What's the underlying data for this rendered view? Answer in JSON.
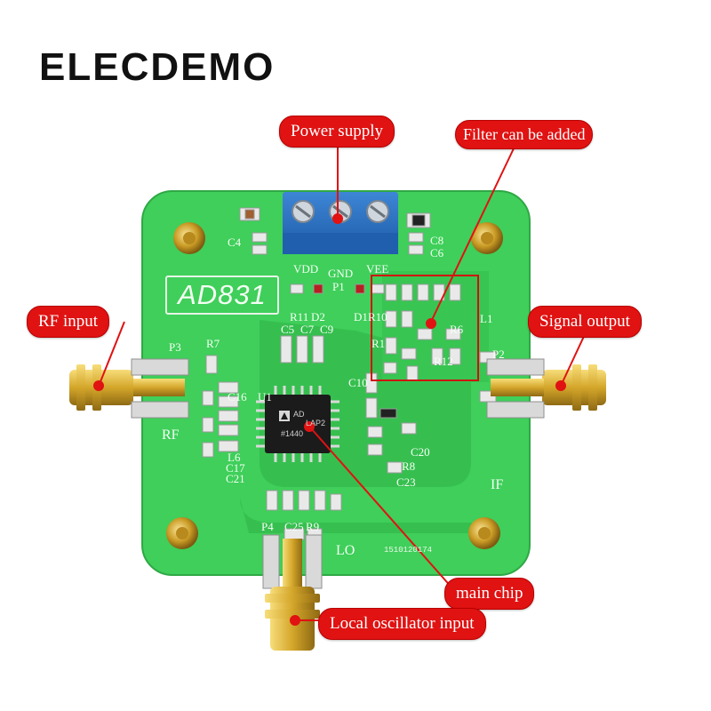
{
  "brand": "ELECDEMO",
  "board": {
    "title": "AD831",
    "port_labels": {
      "rf": "RF",
      "if": "IF",
      "lo": "LO"
    },
    "terminal_labels": {
      "vdd": "VDD",
      "gnd": "GND",
      "vee": "VEE"
    },
    "silkscreen": [
      "P1",
      "P2",
      "P3",
      "P4",
      "U1",
      "D1",
      "D2",
      "R1",
      "R10",
      "R11",
      "C4",
      "C5",
      "C6",
      "C7",
      "C8",
      "C9",
      "C10",
      "C16",
      "C17",
      "C20",
      "C21",
      "C23",
      "C25",
      "L1",
      "L6",
      "R6",
      "R7",
      "R8",
      "R9",
      "R12"
    ],
    "chip_marking": [
      "AD",
      "LAP2",
      "#1440"
    ],
    "serial": "1510120174"
  },
  "callouts": {
    "power_supply": "Power supply",
    "filter": "Filter can be added",
    "rf_input": "RF input",
    "signal_output": "Signal output",
    "main_chip": "main chip",
    "lo_input": "Local oscillator input"
  },
  "colors": {
    "board_green": "#3fcf5a",
    "callout_red": "#e01212",
    "terminal_blue": "#2a6fc0",
    "connector_gold": "#d4a62a"
  }
}
